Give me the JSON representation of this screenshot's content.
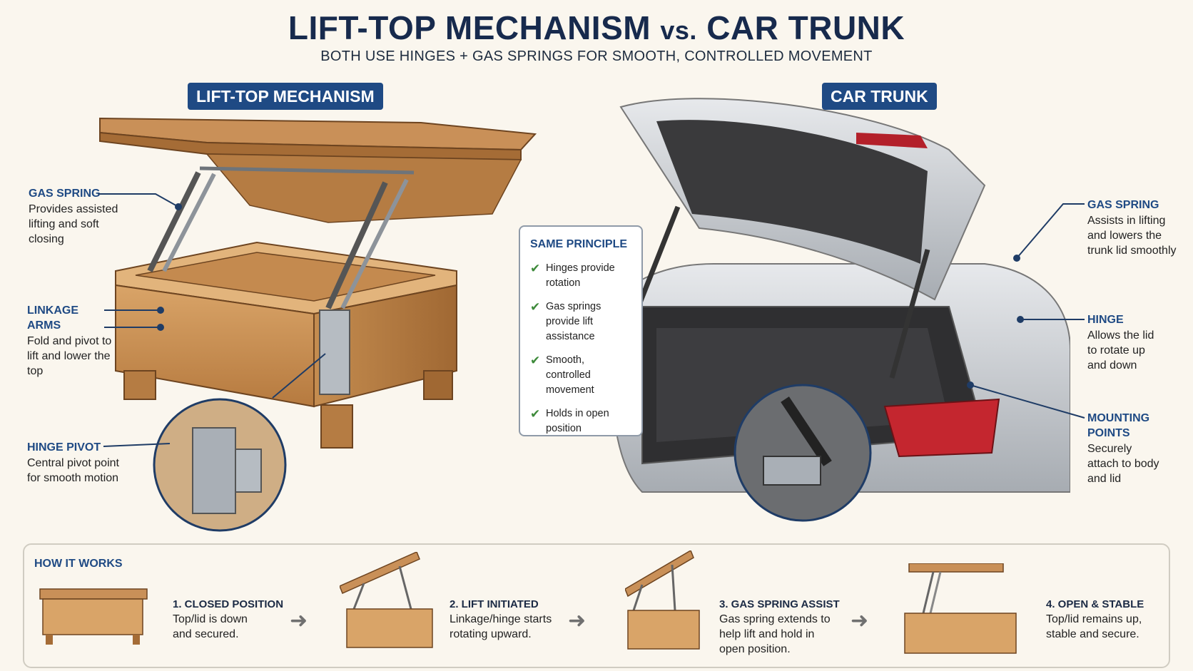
{
  "header": {
    "title_a": "LIFT-TOP MECHANISM",
    "title_vs": "vs.",
    "title_b": "CAR TRUNK",
    "subtitle": "BOTH USE HINGES + GAS SPRINGS FOR SMOOTH, CONTROLLED MOVEMENT"
  },
  "left_section": {
    "badge": "LIFT-TOP MECHANISM",
    "callouts": [
      {
        "title": "GAS SPRING",
        "desc": "Provides assisted lifting and soft closing"
      },
      {
        "title": "LINKAGE ARMS",
        "desc": "Fold and pivot to lift and lower the top"
      },
      {
        "title": "HINGE PIVOT",
        "desc": "Central pivot point for smooth motion"
      }
    ]
  },
  "right_section": {
    "badge": "CAR TRUNK",
    "callouts": [
      {
        "title": "GAS SPRING",
        "desc": "Assists in lifting and lowers the trunk lid smoothly"
      },
      {
        "title": "HINGE",
        "desc": "Allows the lid to rotate up and down"
      },
      {
        "title": "MOUNTING POINTS",
        "desc": "Securely attach to body and lid"
      }
    ]
  },
  "principle": {
    "title": "SAME PRINCIPLE",
    "items": [
      "Hinges provide rotation",
      "Gas springs provide lift assistance",
      "Smooth, controlled movement",
      "Holds in open position"
    ]
  },
  "how_it_works": {
    "title": "HOW IT WORKS",
    "steps": [
      {
        "title": "1. CLOSED POSITION",
        "desc": "Top/lid is down and secured."
      },
      {
        "title": "2. LIFT INITIATED",
        "desc": "Linkage/hinge starts rotating upward."
      },
      {
        "title": "3. GAS SPRING ASSIST",
        "desc": "Gas spring extends to help lift and hold in open position."
      },
      {
        "title": "4. OPEN & STABLE",
        "desc": "Top/lid remains up, stable and secure."
      }
    ]
  },
  "colors": {
    "navy": "#1f4a84",
    "wood": "#c48a4f",
    "steel": "#9aa0a6",
    "check_green": "#3d8a3a"
  }
}
